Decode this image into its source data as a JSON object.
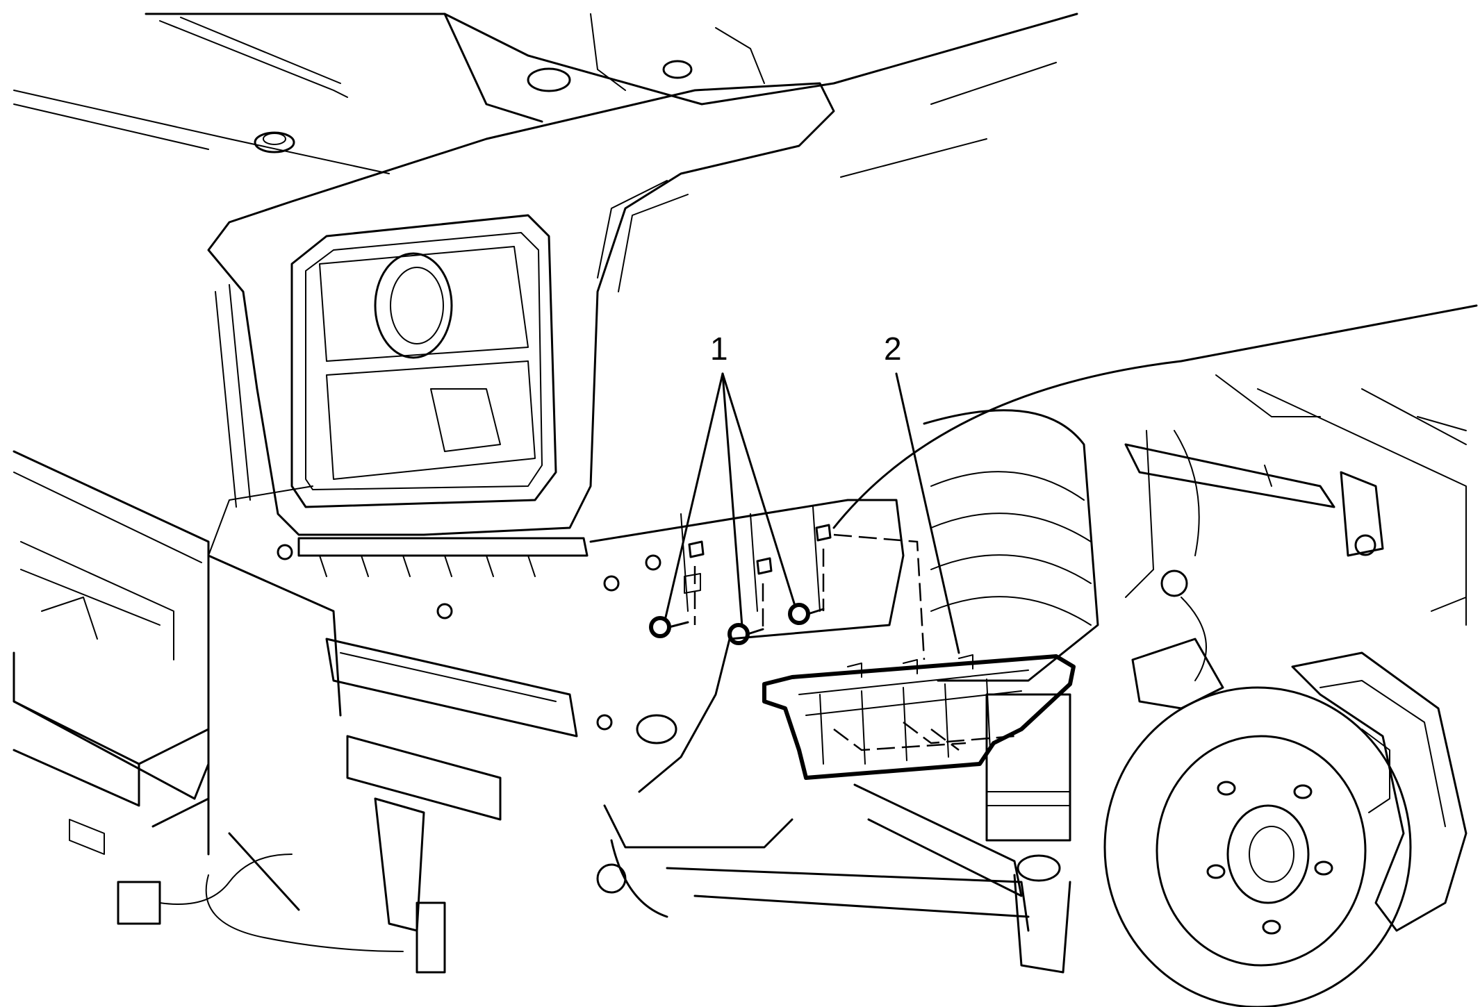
{
  "callouts": [
    {
      "label": "1",
      "part": "fasteners"
    },
    {
      "label": "2",
      "part": "bracket"
    }
  ],
  "colors": {
    "ink": "#000000",
    "paper": "#ffffff"
  }
}
